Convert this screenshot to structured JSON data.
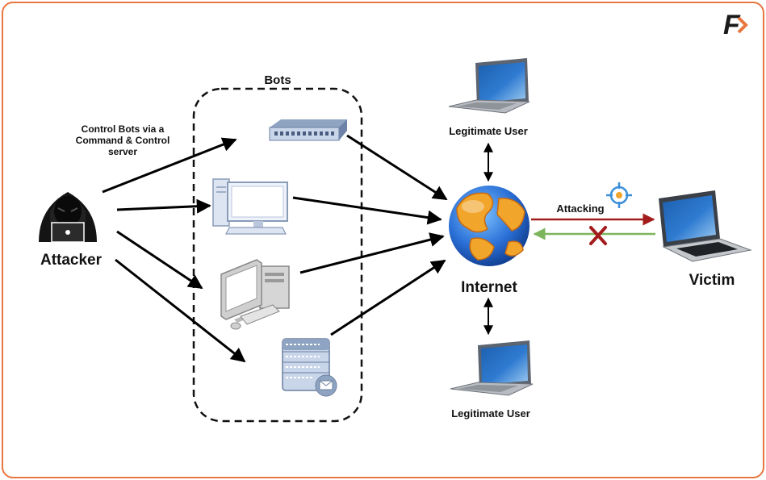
{
  "brand": {
    "logo_text": "F",
    "accent_color": "#e8763f"
  },
  "nodes": {
    "attacker": "Attacker",
    "bots_group": "Bots",
    "internet": "Internet",
    "victim": "Victim",
    "legit_user_top": "Legitimate User",
    "legit_user_bottom": "Legitimate User"
  },
  "edge_labels": {
    "control_line1": "Control Bots via a",
    "control_line2": "Command & Control",
    "control_line3": "server",
    "attacking": "Attacking"
  },
  "icons": {
    "attacker": "hacker-icon",
    "bot_1": "network-switch-icon",
    "bot_2": "desktop-computer-icon",
    "bot_3": "workstation-icon",
    "bot_4": "mail-server-icon",
    "internet": "globe-icon",
    "victim": "laptop-icon",
    "target": "crosshair-icon",
    "blocked": "x-mark-icon"
  },
  "colors": {
    "attack_arrow": "#a31c1c",
    "response_arrow": "#7cb55c",
    "blocked_mark": "#a31c1c",
    "target_icon": "#3b8fd9"
  }
}
